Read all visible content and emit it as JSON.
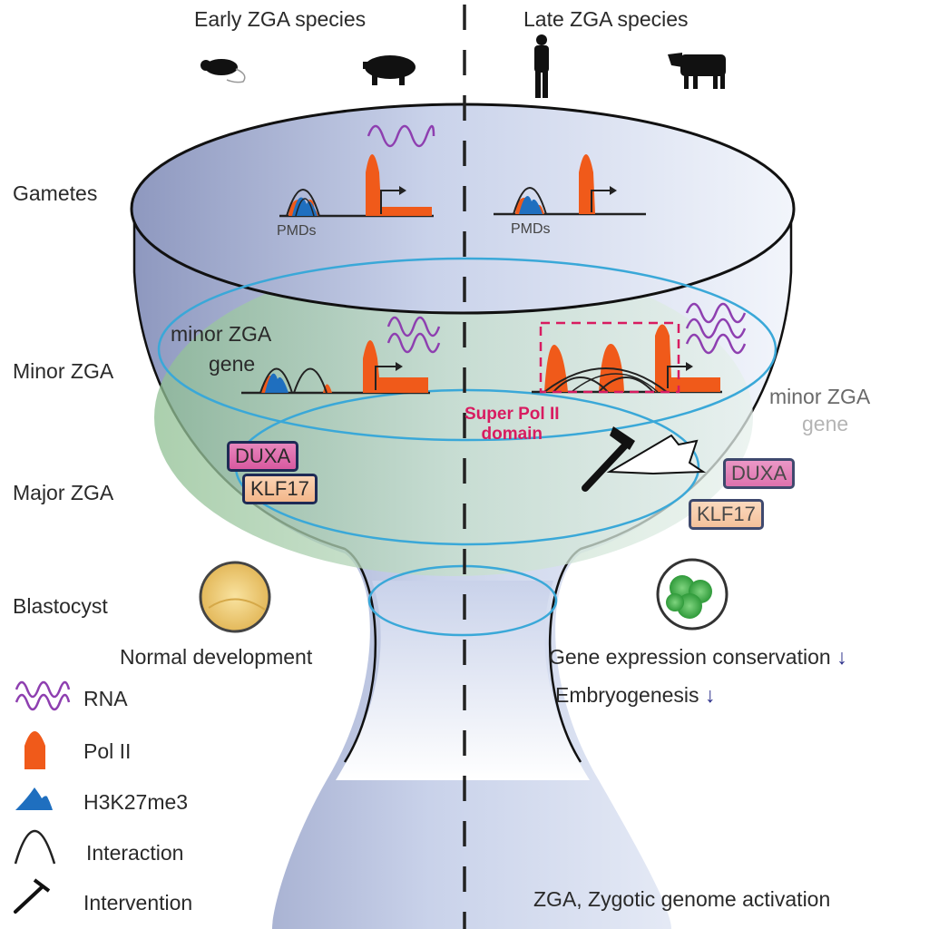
{
  "header": {
    "left_title": "Early ZGA species",
    "right_title": "Late ZGA species",
    "left_species": [
      "mouse-icon",
      "pig-icon"
    ],
    "right_species": [
      "human-icon",
      "cow-icon"
    ]
  },
  "stages": {
    "gametes": "Gametes",
    "minor_zga": "Minor ZGA",
    "major_zga": "Major ZGA",
    "blastocyst": "Blastocyst"
  },
  "diagram": {
    "pmds_left": "PMDs",
    "pmds_right": "PMDs",
    "minor_gene_left": "minor ZGA\ngene",
    "minor_gene_left_line1": "minor ZGA",
    "minor_gene_left_line2": "gene",
    "minor_gene_right_line1": "minor ZGA",
    "minor_gene_right_line2": "gene",
    "super_pol_line1": "Super Pol II",
    "super_pol_line2": "domain",
    "tf_left": [
      "DUXA",
      "KLF17"
    ],
    "tf_right": [
      "DUXA",
      "KLF17"
    ]
  },
  "outcomes": {
    "left": "Normal development",
    "right_line1": "Gene expression conservation",
    "right_line2": "Embryogenesis",
    "down_arrow": "↓"
  },
  "legend": [
    {
      "icon": "rna-icon",
      "label": "RNA"
    },
    {
      "icon": "pol-ii-icon",
      "label": "Pol II"
    },
    {
      "icon": "h3k27me3-icon",
      "label": "H3K27me3"
    },
    {
      "icon": "interaction-icon",
      "label": "Interaction"
    },
    {
      "icon": "intervention-icon",
      "label": "Intervention"
    }
  ],
  "footnote": "ZGA, Zygotic genome activation",
  "colors": {
    "pol_ii": "#f05a1a",
    "rna": "#8e3fb0",
    "h3k27me3": "#1f6fbf",
    "ring": "#3aa8d8",
    "super_domain": "#d81b60",
    "cup_blue": "#b9c4e2",
    "minor_green": "#b8d8bd"
  }
}
